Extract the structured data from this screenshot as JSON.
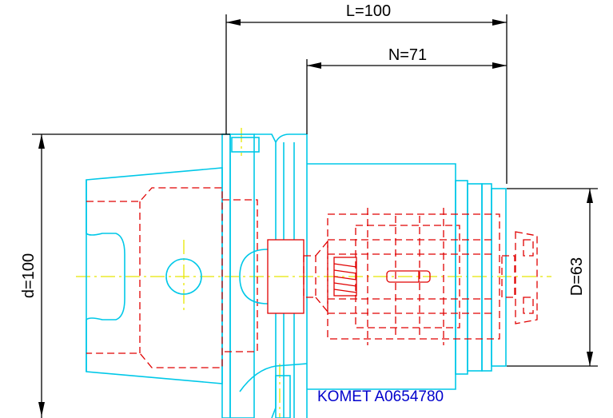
{
  "drawing": {
    "dimensions": {
      "overall_length": "L=100",
      "projection_length": "N=71",
      "flange_diameter": "d=100",
      "body_diameter": "D=63"
    },
    "part_label": "KOMET A0654780",
    "colors": {
      "outline": "#00c8e8",
      "hidden_lines": "#e00000",
      "centerlines": "#e8e800",
      "dimensions": "#000000",
      "label": "#0000cc"
    }
  }
}
